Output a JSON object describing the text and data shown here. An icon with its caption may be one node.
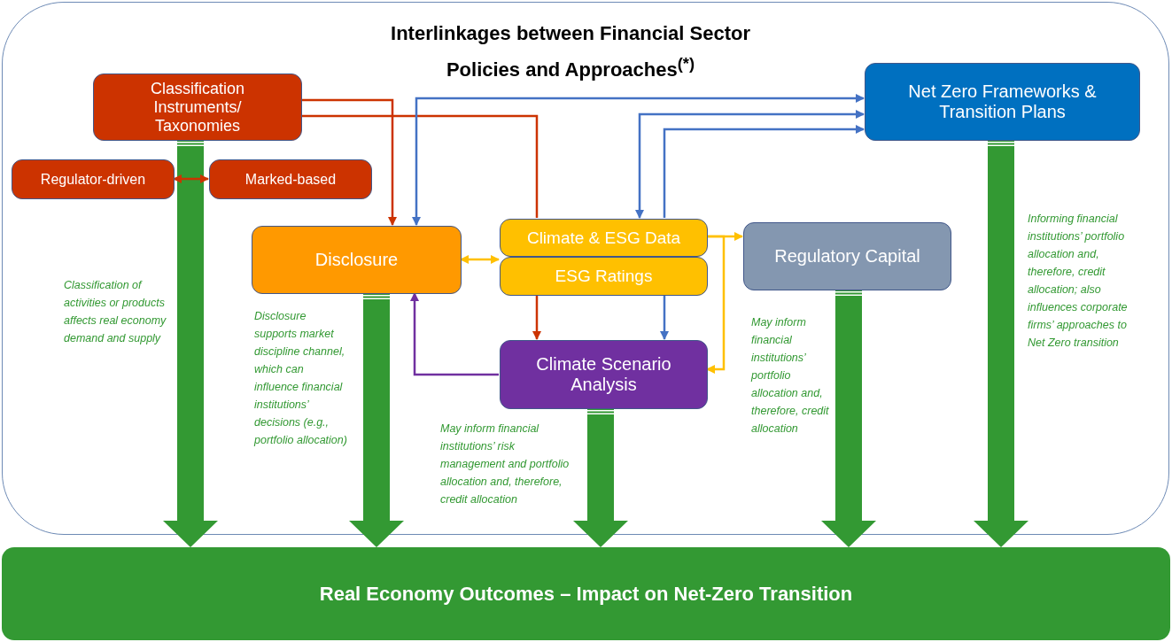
{
  "diagram": {
    "title": "Interlinkages between Financial Sector Policies and Approaches$^{(*)}$",
    "nodes": [
      {
        "text": [],
        "shape": "box"
      },
      {
        "text": [
          "Classification Instruments/ Taxonomies"
        ],
        "in": 0
      },
      {
        "text": [
          "Regulator-driven"
        ],
        "in": 0
      },
      {
        "text": [
          "Marked-based"
        ],
        "in": 0
      },
      {
        "text": [
          "Disclosure"
        ],
        "in": 0
      },
      {
        "text": [
          "Climate & ESG Data"
        ],
        "in": 0
      },
      {
        "text": [
          "ESG Ratings"
        ],
        "in": 0
      },
      {
        "text": [
          "Regulatory Capital"
        ],
        "in": 0
      },
      {
        "text": [
          "Net Zero Frameworks & Transition Plans"
        ],
        "in": 0
      },
      {
        "text": [
          "Climate Scenario Analysis"
        ],
        "in": 0
      },
      {
        "text": [
          "Real Economy Outcomes – Impact on Net-Zero Transition"
        ]
      }
    ],
    "edges": [
      {
        "from": 2,
        "to": 3,
        "arrow": "both",
        "color": "#cc3300"
      },
      {
        "from": 1,
        "to": 4,
        "arrow": "to",
        "color": "#cc3300"
      },
      {
        "from": 1,
        "to": 5,
        "arrow": "none",
        "color": "#cc3300"
      },
      {
        "from": 6,
        "to": 9,
        "arrow": "to",
        "color": "#cc3300"
      },
      {
        "from": 4,
        "to": 8,
        "arrow": "both",
        "color": "#4472c4"
      },
      {
        "from": 5,
        "to": 8,
        "arrow": "both",
        "color": "#4472c4"
      },
      {
        "from": 5,
        "to": 8,
        "arrow": "to",
        "color": "#4472c4"
      },
      {
        "from": 6,
        "to": 9,
        "arrow": "to",
        "color": "#4472c4"
      },
      {
        "from": 4,
        "to": 6,
        "arrow": "both",
        "color": "#ffc000"
      },
      {
        "from": 5,
        "to": 7,
        "arrow": "to",
        "color": "#ffc000"
      },
      {
        "from": 5,
        "to": 9,
        "arrow": "to",
        "color": "#ffc000"
      },
      {
        "from": 9,
        "to": 4,
        "arrow": "to",
        "color": "#7030a0"
      },
      {
        "from": 1,
        "to": 10,
        "arrow": "to",
        "style": "thick",
        "color": "#339933",
        "label": "Classification of activities or products affects real economy demand and supply"
      },
      {
        "from": 4,
        "to": 10,
        "arrow": "to",
        "style": "thick",
        "color": "#339933",
        "label": "Disclosure supports market discipline channel, which can influence financial institutions’ decisions (e.g., portfolio allocation)"
      },
      {
        "from": 9,
        "to": 10,
        "arrow": "to",
        "style": "thick",
        "color": "#339933",
        "label": "May inform financial institutions’ risk management and portfolio allocation and, therefore, credit allocation"
      },
      {
        "from": 7,
        "to": 10,
        "arrow": "to",
        "style": "thick",
        "color": "#339933",
        "label": "May inform financial institutions’ portfolio allocation and, therefore, credit allocation"
      },
      {
        "from": 8,
        "to": 10,
        "arrow": "to",
        "style": "thick",
        "color": "#339933",
        "label": "Informing financial institutions’ portfolio allocation and, therefore, credit allocation; also influences corporate firms’ approaches to Net Zero transition"
      }
    ]
  }
}
